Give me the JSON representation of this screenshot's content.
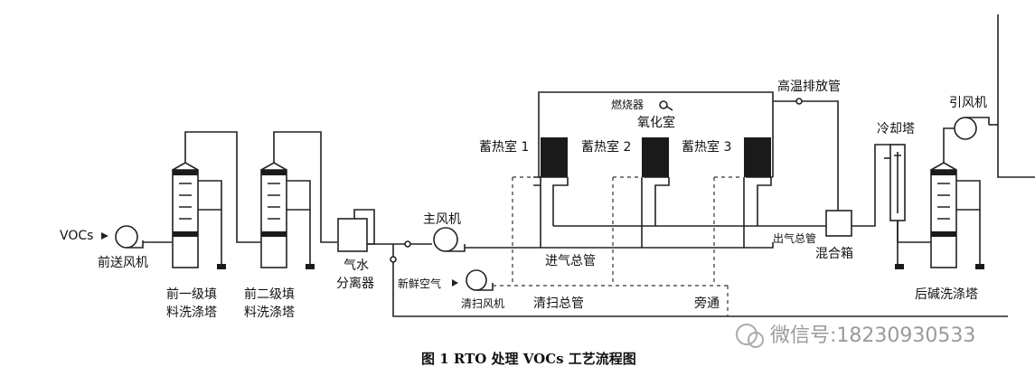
{
  "labels": {
    "vocs": "VOCs",
    "front_fan": "前送风机",
    "scrubber1_line1": "前一级填",
    "scrubber1_line2": "料洗涤塔",
    "scrubber2_line1": "前二级填",
    "scrubber2_line2": "料洗涤塔",
    "separator_line1": "气水",
    "separator_line2": "分离器",
    "main_fan": "主风机",
    "fresh_air": "新鲜空气",
    "purge_fan": "清扫风机",
    "inlet_header": "进气总管",
    "purge_header": "清扫总管",
    "bypass": "旁通",
    "burner": "燃烧器",
    "oxidation_chamber": "氧化室",
    "regen1": "蓄热室 1",
    "regen2": "蓄热室 2",
    "regen3": "蓄热室 3",
    "hot_exhaust": "高温排放管",
    "outlet_header": "出气总管",
    "mixing_box": "混合箱",
    "cooling_tower": "冷却塔",
    "induced_fan": "引风机",
    "alkali_scrubber": "后碱洗涤塔"
  },
  "caption": "图 1   RTO 处理 VOCs 工艺流程图",
  "watermark": "微信号:18230930533"
}
